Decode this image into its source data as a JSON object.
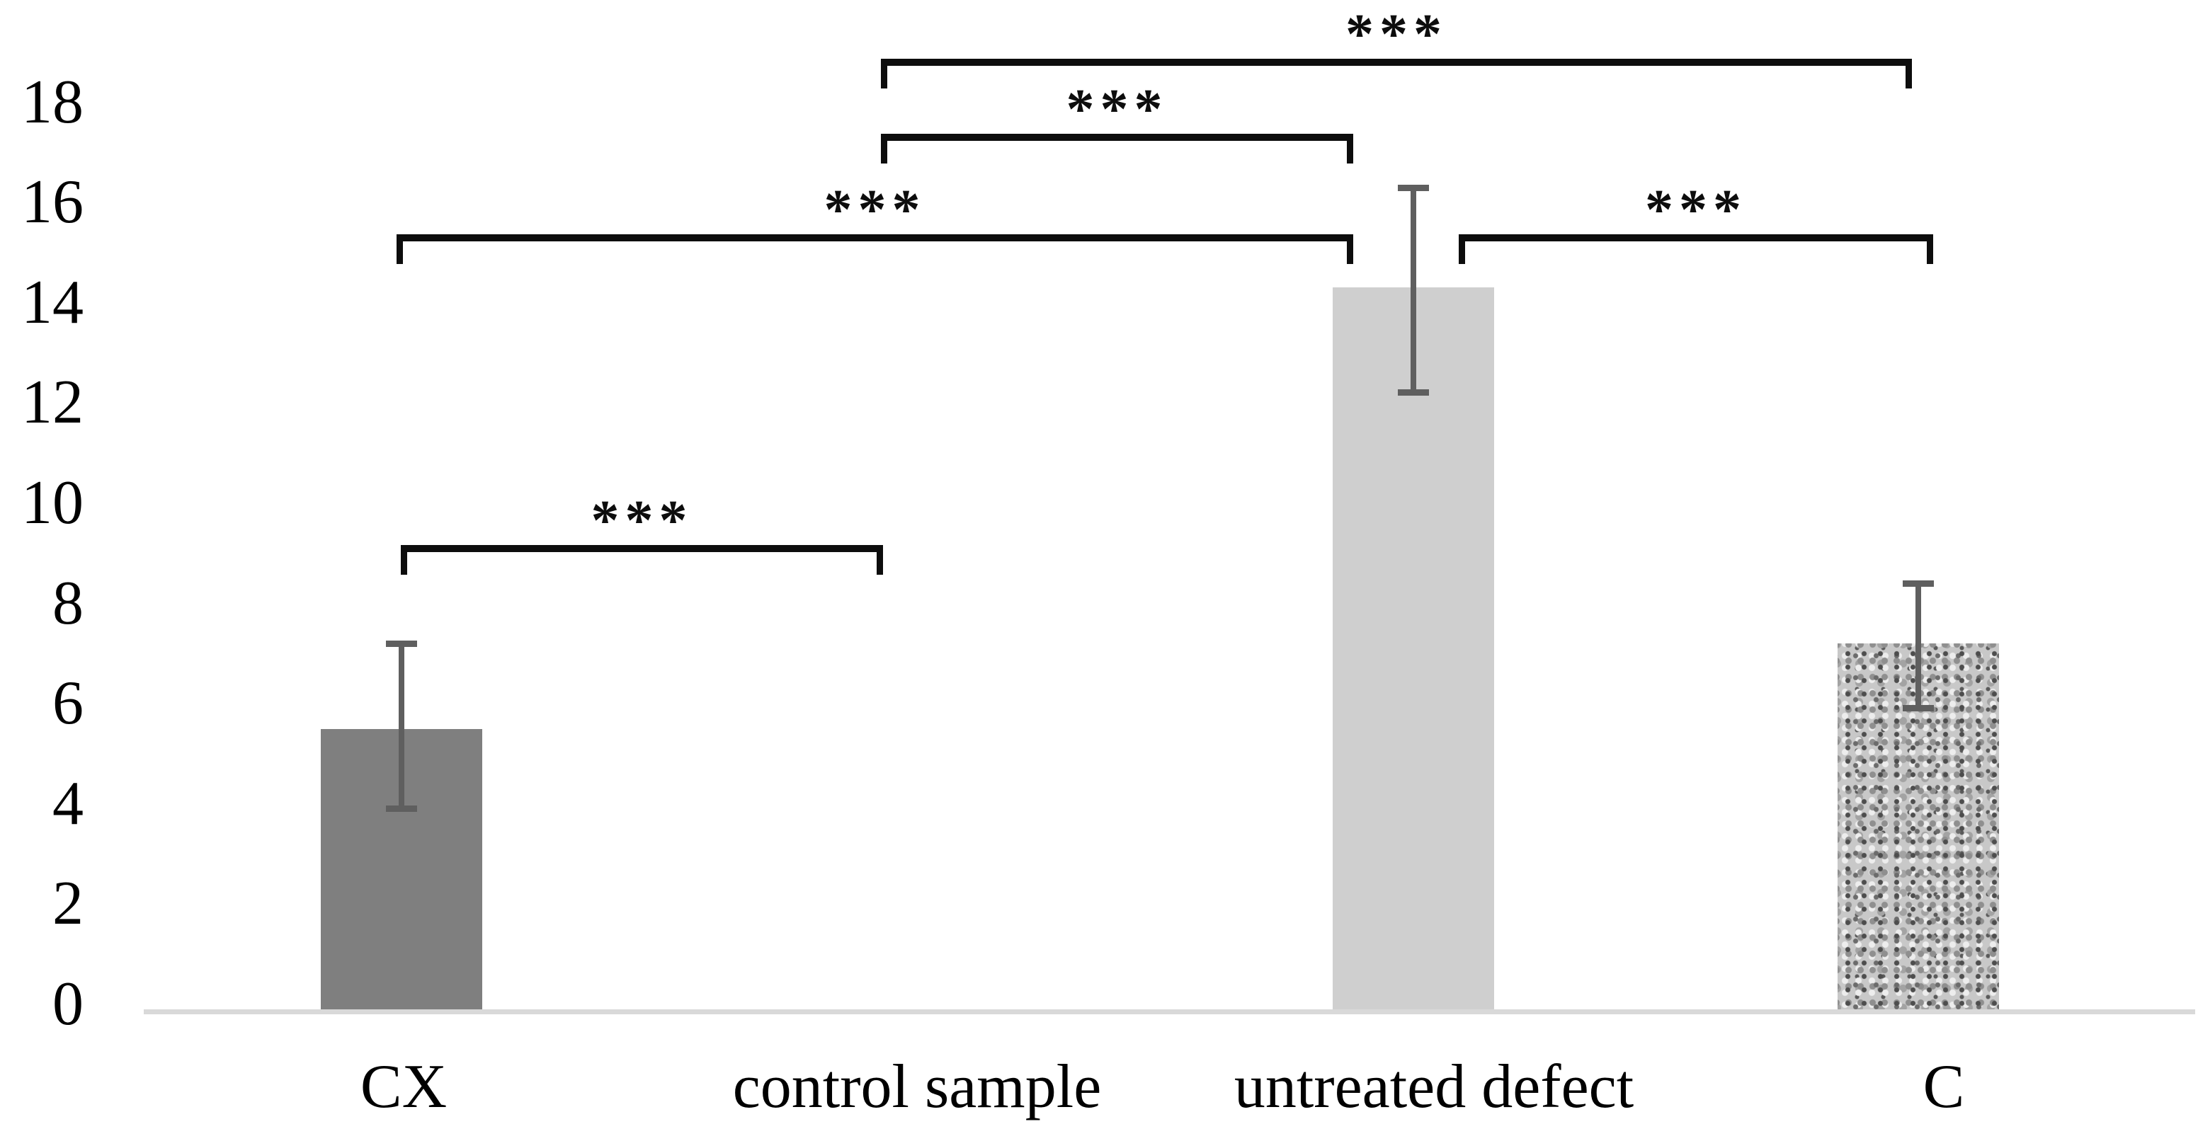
{
  "figure": {
    "background": "#ffffff",
    "text_color": "#000000"
  },
  "chart_data": {
    "type": "bar",
    "title": "",
    "xlabel": "",
    "ylabel": "",
    "categories": [
      "CX",
      "control sample",
      "untreated defect",
      "C"
    ],
    "values": [
      5.6,
      0,
      14.4,
      7.3
    ],
    "error_low": [
      4.0,
      null,
      12.3,
      6.0
    ],
    "error_high": [
      7.3,
      null,
      16.4,
      8.5
    ],
    "yticks": [
      0,
      2,
      4,
      6,
      8,
      10,
      12,
      14,
      16,
      18
    ],
    "ylim": [
      0,
      19.5
    ],
    "grid": false,
    "legend": false,
    "bar_fills": [
      "#7f7f7f",
      "none",
      "#cfcfcf",
      "speckled-gray-texture"
    ],
    "error_bar_color": "#5f5f5f",
    "axis_line_color": "#d9d9d9",
    "significance_marks": [
      {
        "group1": "CX",
        "group2": "control sample",
        "label": "***",
        "height": 9.2
      },
      {
        "group1": "CX",
        "group2": "untreated defect",
        "label": "***",
        "height": 15.4
      },
      {
        "group1": "control sample",
        "group2": "untreated defect",
        "label": "***",
        "height": 17.4
      },
      {
        "group1": "control sample",
        "group2": "C",
        "label": "***",
        "height": 18.9
      },
      {
        "group1": "untreated defect",
        "group2": "C",
        "label": "***",
        "height": 15.4
      }
    ]
  }
}
